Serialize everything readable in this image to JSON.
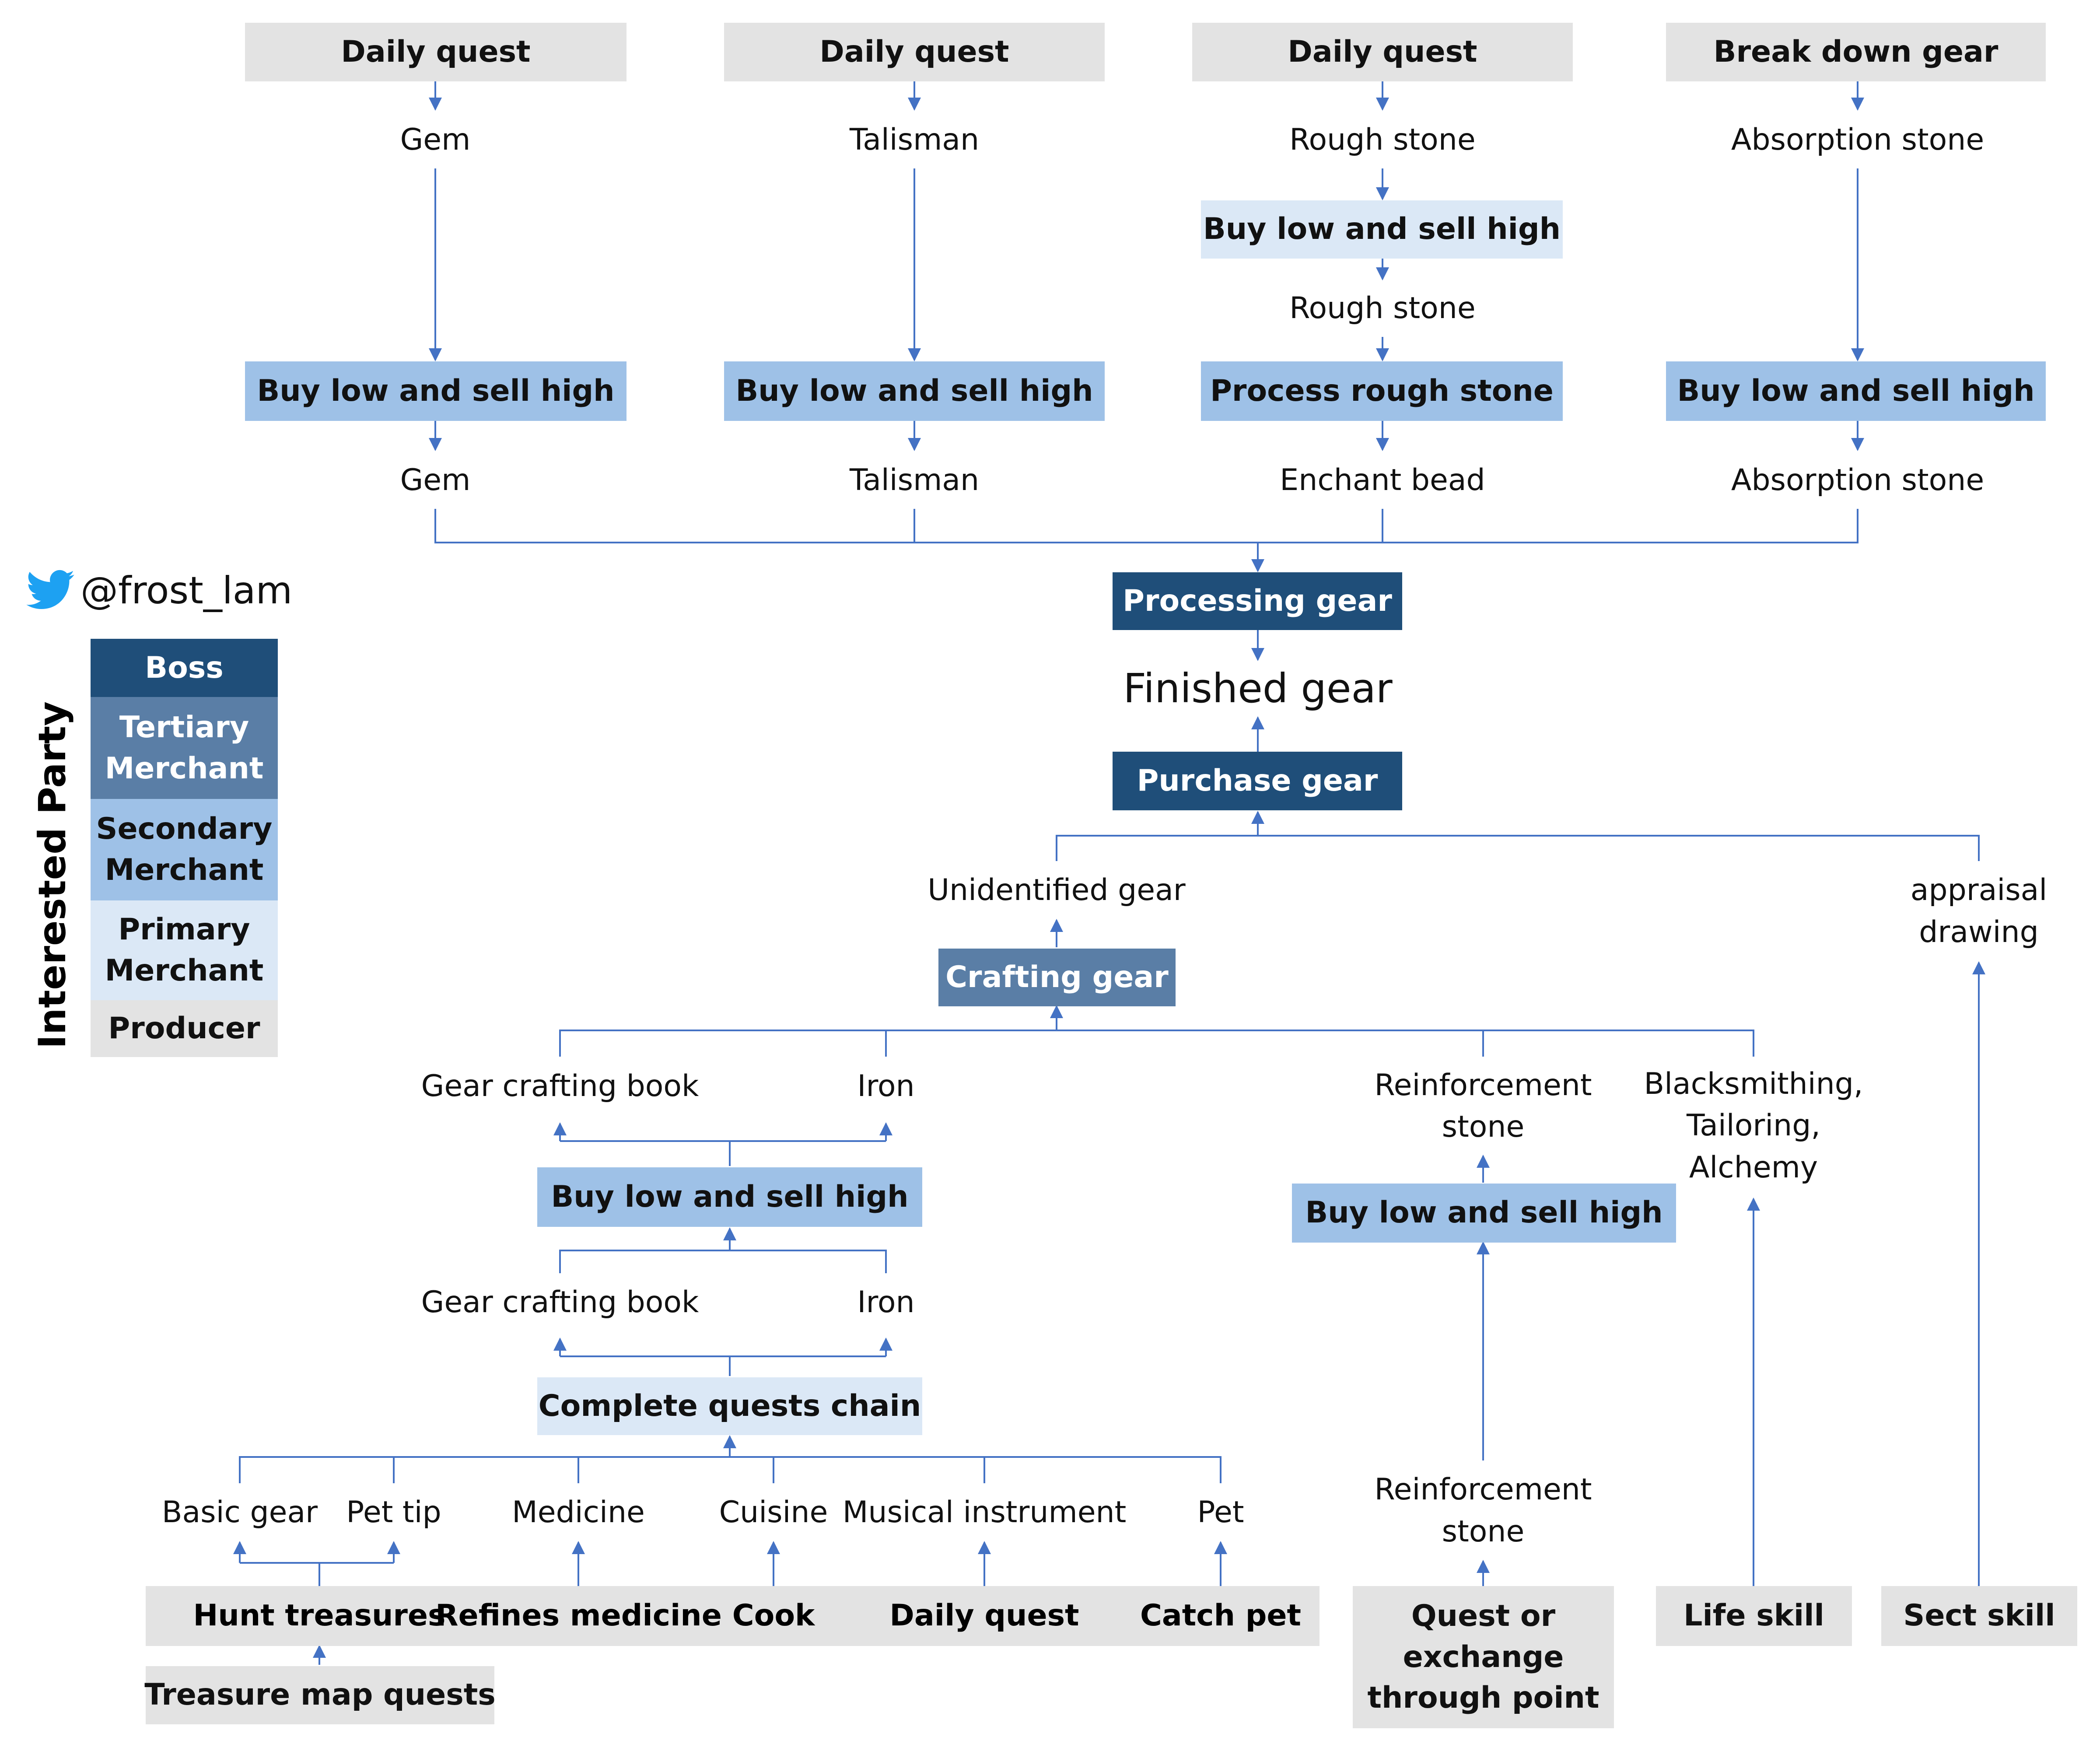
{
  "twitter_handle": "@frost_lam",
  "legend": {
    "title": "Interested Party",
    "levels": {
      "boss": "Boss",
      "tertiary": "Tertiary\nMerchant",
      "secondary": "Secondary\nMerchant",
      "primary": "Primary\nMerchant",
      "producer": "Producer"
    },
    "colors": {
      "boss": "#1f4e79",
      "tertiary": "#5a7ea6",
      "secondary": "#9ec1e7",
      "primary": "#dbe8f6",
      "producer": "#e3e3e3"
    }
  },
  "arrow_color": "#4472c4",
  "nodes": {
    "top_source_1": "Daily quest",
    "top_source_2": "Daily quest",
    "top_source_3": "Daily quest",
    "top_source_4": "Break down gear",
    "gem_1": "Gem",
    "talisman_1": "Talisman",
    "rough_stone_1": "Rough stone",
    "absorption_1": "Absorption stone",
    "rough_stone_trade": "Buy low and sell high",
    "rough_stone_2": "Rough stone",
    "gem_trade": "Buy low and sell high",
    "talisman_trade": "Buy low and sell high",
    "process_rough_stone": "Process rough stone",
    "absorption_trade": "Buy low and sell high",
    "gem_2": "Gem",
    "talisman_2": "Talisman",
    "enchant_bead": "Enchant bead",
    "absorption_2": "Absorption stone",
    "processing_gear": "Processing gear",
    "finished_gear": "Finished gear",
    "purchase_gear": "Purchase gear",
    "unidentified_gear": "Unidentified gear",
    "appraisal_drawing": "appraisal\ndrawing",
    "crafting_gear": "Crafting gear",
    "gear_book_1": "Gear crafting book",
    "iron_1": "Iron",
    "reinforcement_1": "Reinforcement\nstone",
    "life_skill_products": "Blacksmithing,\nTailoring,\nAlchemy",
    "book_iron_trade": "Buy low and sell high",
    "reinforcement_trade": "Buy low and sell high",
    "gear_book_2": "Gear crafting book",
    "iron_2": "Iron",
    "quest_chain": "Complete quests chain",
    "basic_gear": "Basic gear",
    "pet_tip": "Pet tip",
    "medicine": "Medicine",
    "cuisine": "Cuisine",
    "musical_instrument": "Musical instrument",
    "pet": "Pet",
    "reinforcement_2": "Reinforcement\nstone",
    "hunt_treasures": "Hunt treasures",
    "refines_medicine": "Refines medicine",
    "cook": "Cook",
    "daily_quest_bottom": "Daily quest",
    "catch_pet": "Catch pet",
    "quest_exchange": "Quest or\nexchange\nthrough point",
    "life_skill": "Life skill",
    "sect_skill": "Sect skill",
    "treasure_map_quests": "Treasure map quests"
  }
}
